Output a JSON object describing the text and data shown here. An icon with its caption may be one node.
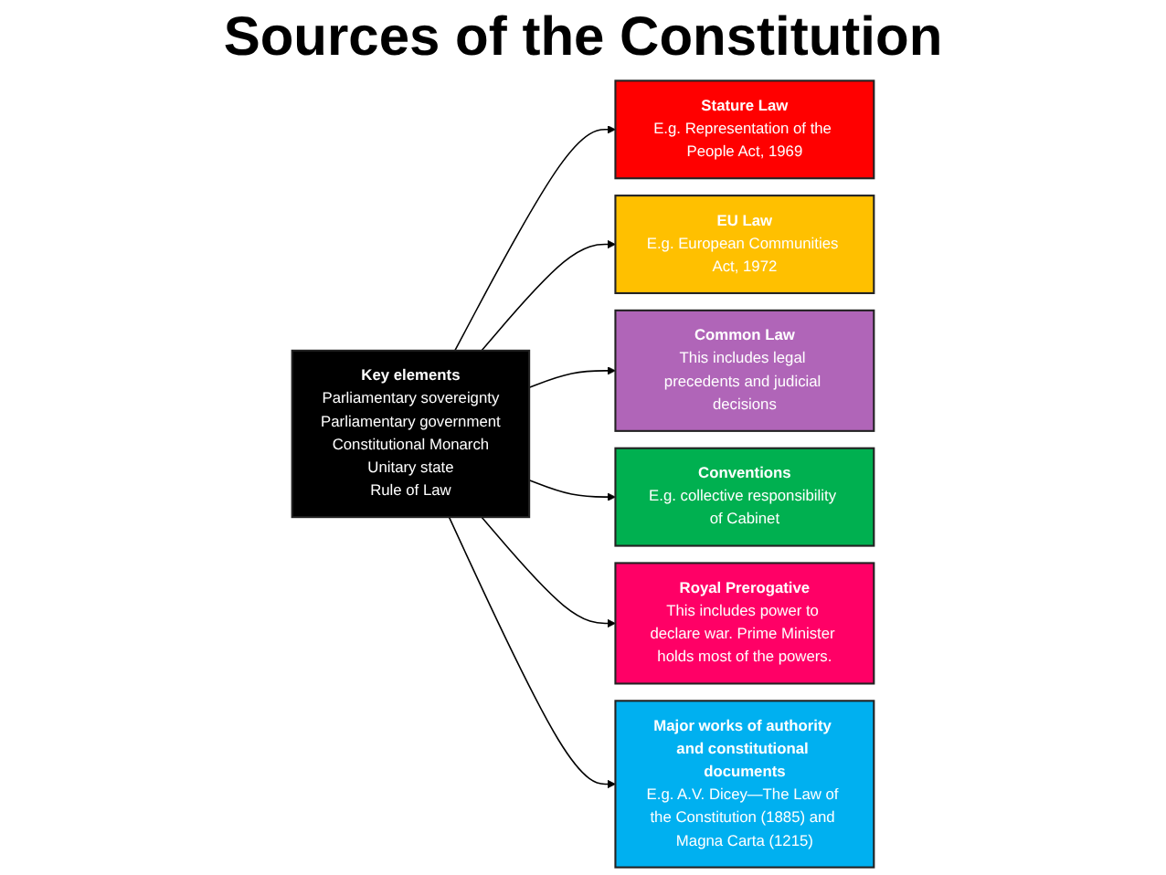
{
  "diagram": {
    "title": "Sources of the Constitution",
    "nodes": [
      {
        "text": [
          "Stature Law",
          "E.g. Representation of the People Act, 1969"
        ]
      },
      {
        "text": [
          "EU Law",
          "E.g. European Communities Act, 1972"
        ]
      },
      {
        "text": [
          "Key elements",
          "Parliamentary sovereignty",
          "Parliamentary government",
          "Constitutional Monarch",
          "Unitary state",
          "Rule of Law"
        ]
      },
      {
        "text": [
          "Common Law",
          "This includes legal precedents and judicial decisions"
        ]
      },
      {
        "text": [
          "Conventions",
          "E.g. collective responsibility of Cabinet"
        ]
      },
      {
        "text": [
          "Royal Prerogative",
          "This includes power to declare war. Prime Minister holds most of the powers."
        ]
      },
      {
        "text": [
          "Major works of authority and constitutional documents",
          "E.g. A.V. Dicey—The Law of the Constitution (1885) and Magna Carta (1215)"
        ]
      }
    ],
    "edges": [
      {
        "from": 2,
        "to": 0,
        "arrow": "to"
      },
      {
        "from": 2,
        "to": 1,
        "arrow": "to"
      },
      {
        "from": 2,
        "to": 3,
        "arrow": "to"
      },
      {
        "from": 2,
        "to": 4,
        "arrow": "to"
      },
      {
        "from": 2,
        "to": 5,
        "arrow": "to"
      },
      {
        "from": 2,
        "to": 6,
        "arrow": "to"
      }
    ]
  }
}
